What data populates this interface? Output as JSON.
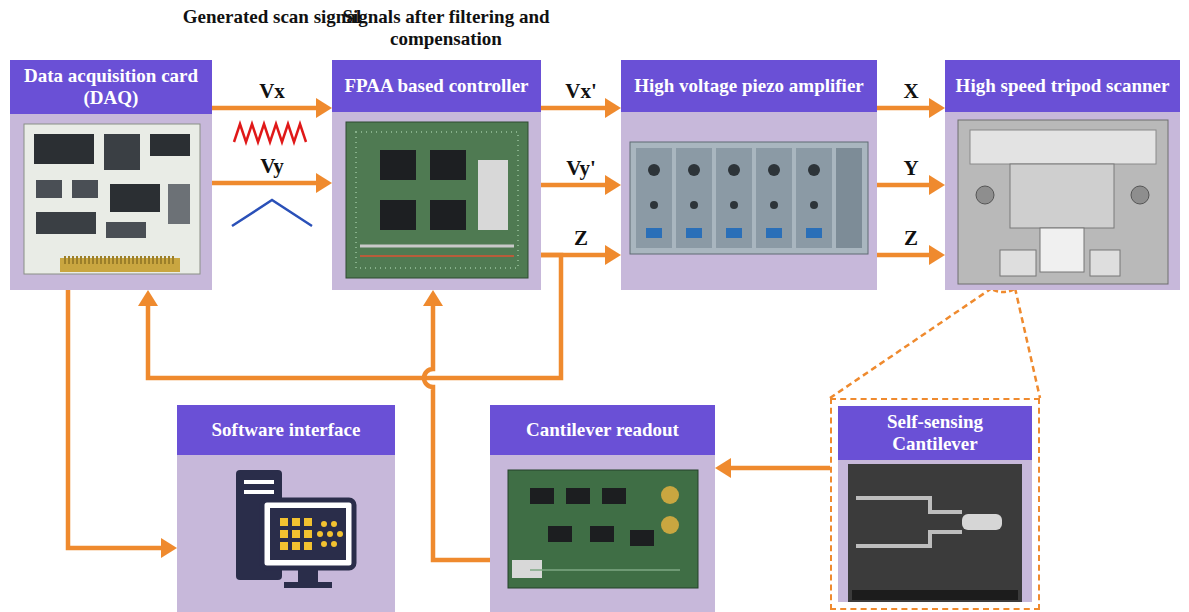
{
  "diagram": {
    "nodes": [
      {
        "text": [
          "Data acquisition card (DAQ)"
        ]
      },
      {
        "text": [
          "FPAA based controller"
        ]
      },
      {
        "text": [
          "High voltage piezo amplifier"
        ]
      },
      {
        "text": [
          "High speed tripod scanner"
        ]
      },
      {
        "text": [
          "Software interface"
        ]
      },
      {
        "text": [
          "Cantilever readout"
        ]
      },
      {
        "text": [
          "Self-sensing Cantilever"
        ]
      }
    ],
    "edges": [
      {
        "from": 0,
        "to": 1,
        "label": "Vx",
        "arrow": "to"
      },
      {
        "from": 0,
        "to": 1,
        "label": "Vy",
        "arrow": "to"
      },
      {
        "from": 1,
        "to": 2,
        "label": "Vx'",
        "arrow": "to"
      },
      {
        "from": 1,
        "to": 2,
        "label": "Vy'",
        "arrow": "to"
      },
      {
        "from": 1,
        "to": 2,
        "label": "Z",
        "arrow": "to"
      },
      {
        "from": 2,
        "to": 3,
        "label": "X",
        "arrow": "to"
      },
      {
        "from": 2,
        "to": 3,
        "label": "Y",
        "arrow": "to"
      },
      {
        "from": 2,
        "to": 3,
        "label": "Z",
        "arrow": "to"
      },
      {
        "from": 1,
        "to": 0,
        "arrow": "to"
      },
      {
        "from": 0,
        "to": 4,
        "arrow": "to"
      },
      {
        "from": 5,
        "to": 1,
        "arrow": "to"
      },
      {
        "from": 6,
        "to": 5,
        "arrow": "to"
      },
      {
        "from": 3,
        "to": 6,
        "arrow": "none"
      }
    ],
    "labels": [
      "Generated scan signal",
      "Signals after filtering and compensation"
    ]
  }
}
